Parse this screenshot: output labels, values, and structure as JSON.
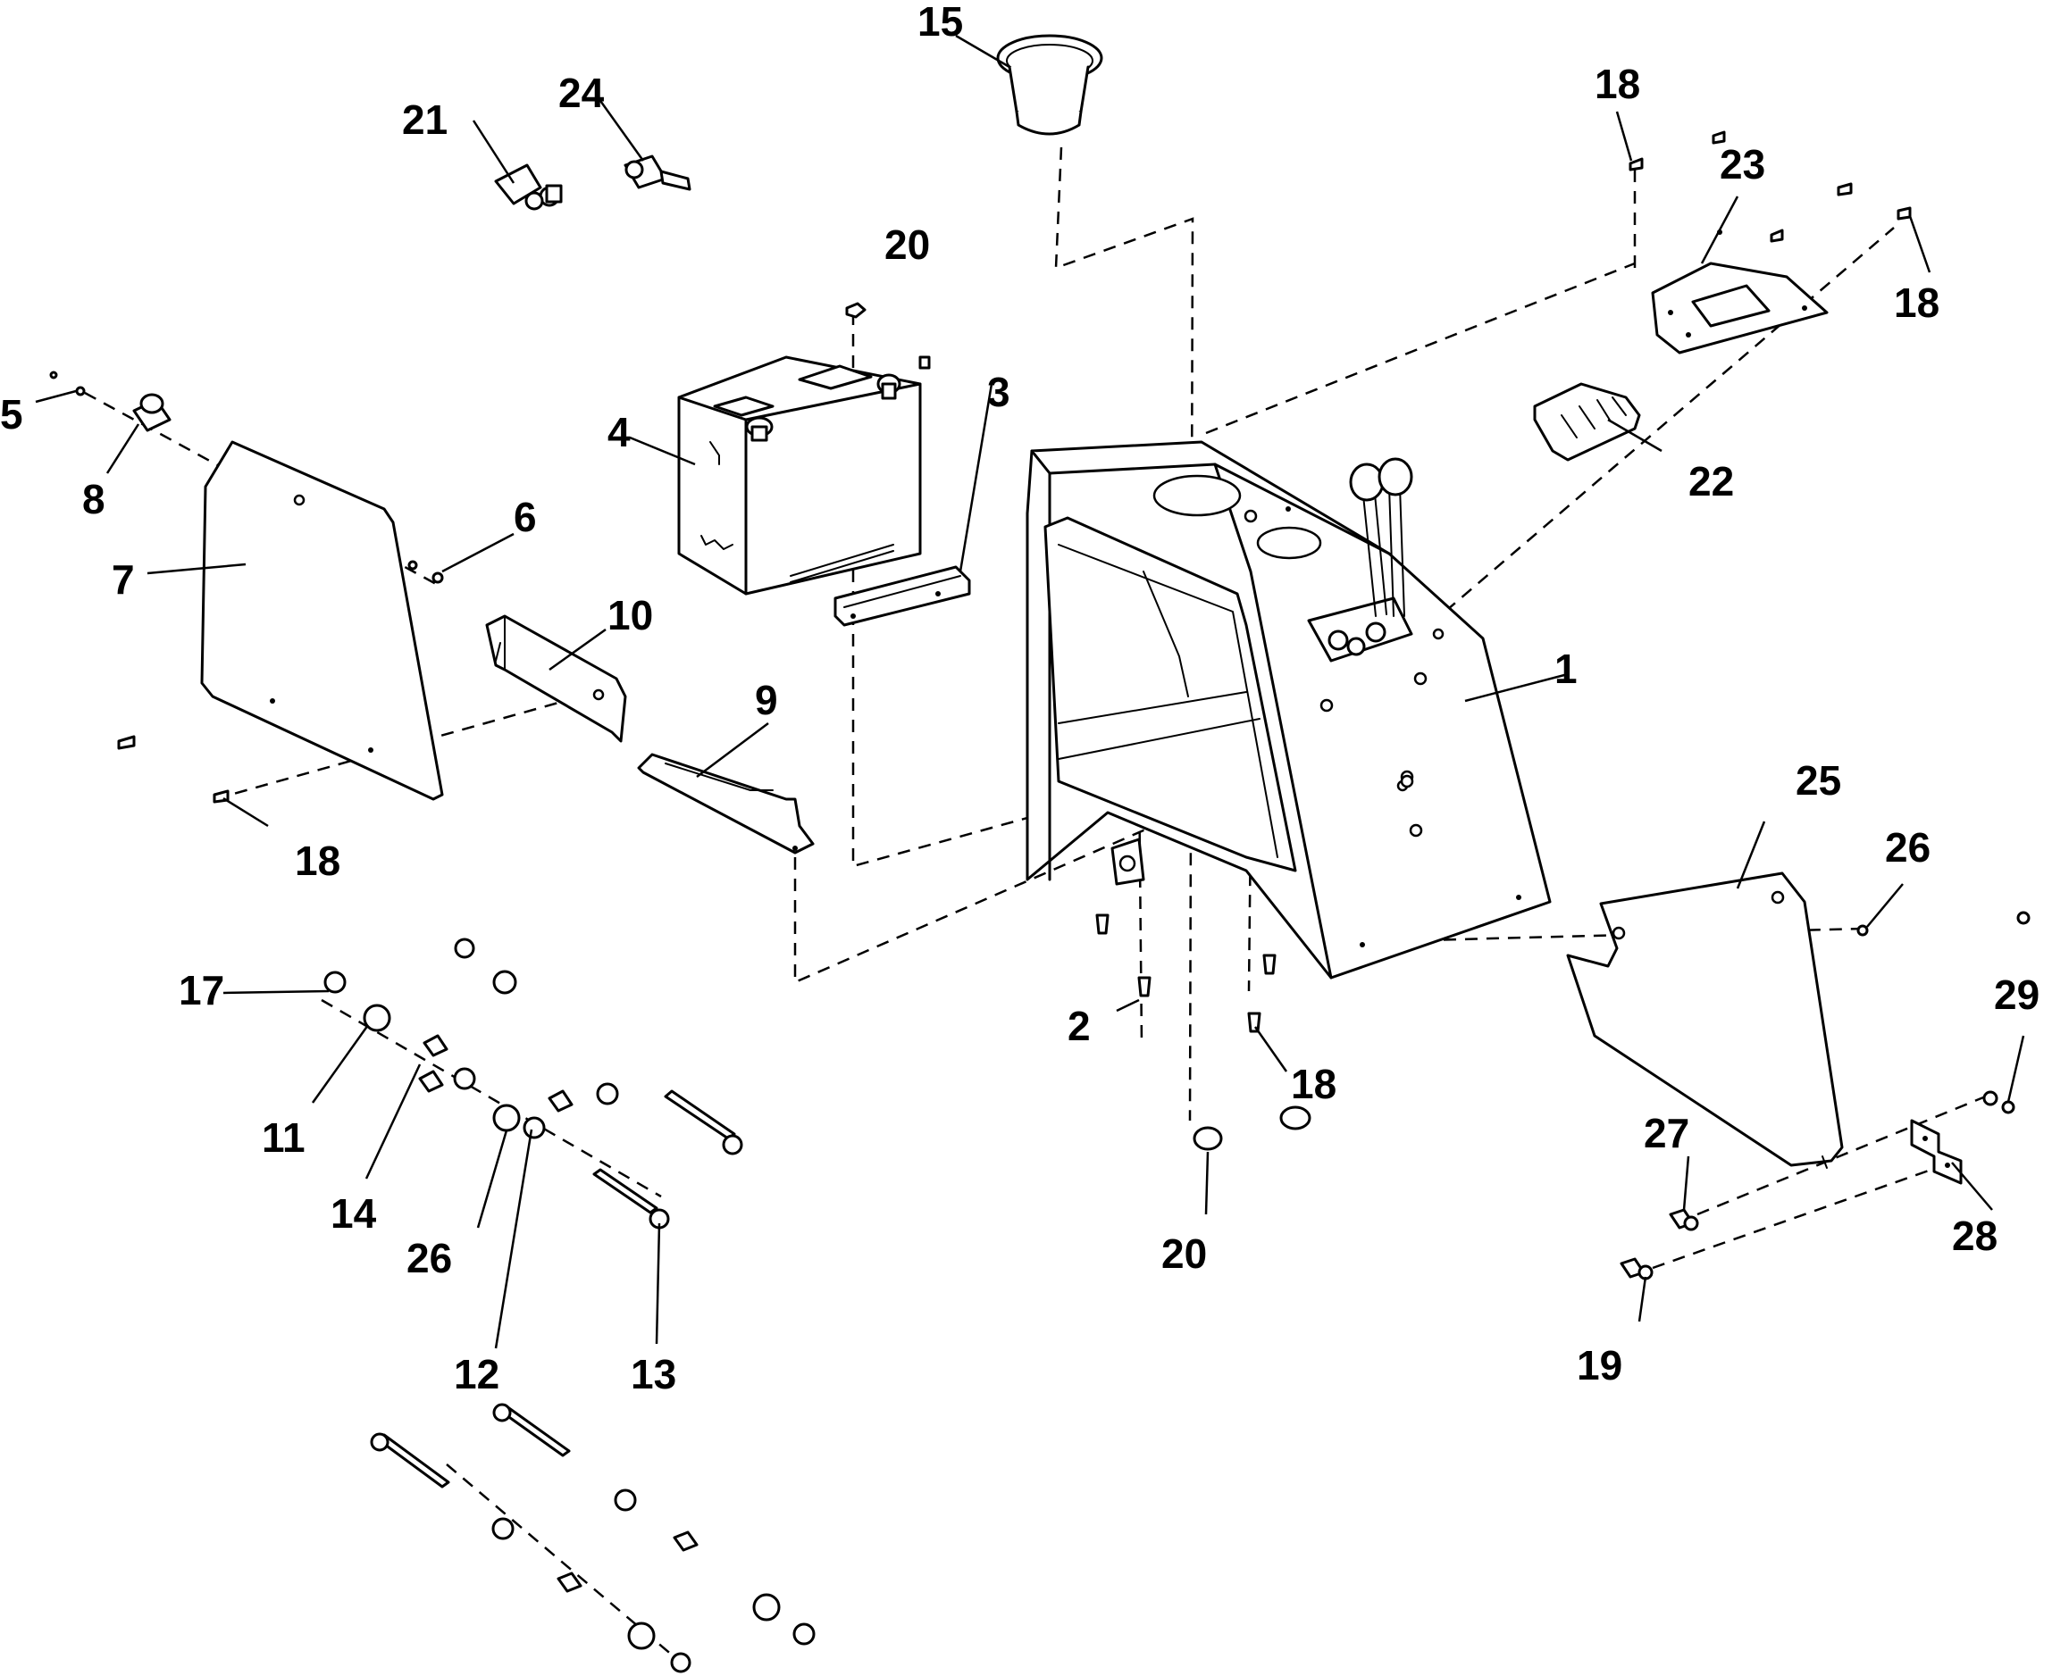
{
  "callouts": {
    "c1": "1",
    "c2": "2",
    "c3": "3",
    "c4": "4",
    "c5": "5",
    "c6": "6",
    "c7": "7",
    "c8": "8",
    "c9": "9",
    "c10": "10",
    "c11": "11",
    "c12": "12",
    "c13": "13",
    "c14": "14",
    "c15": "15",
    "c17": "17",
    "c18a": "18",
    "c18b": "18",
    "c18c": "18",
    "c18d": "18",
    "c19": "19",
    "c20a": "20",
    "c20b": "20",
    "c21": "21",
    "c22": "22",
    "c23": "23",
    "c24": "24",
    "c25": "25",
    "c26a": "26",
    "c26b": "26",
    "c27": "27",
    "c28": "28",
    "c29": "29"
  }
}
